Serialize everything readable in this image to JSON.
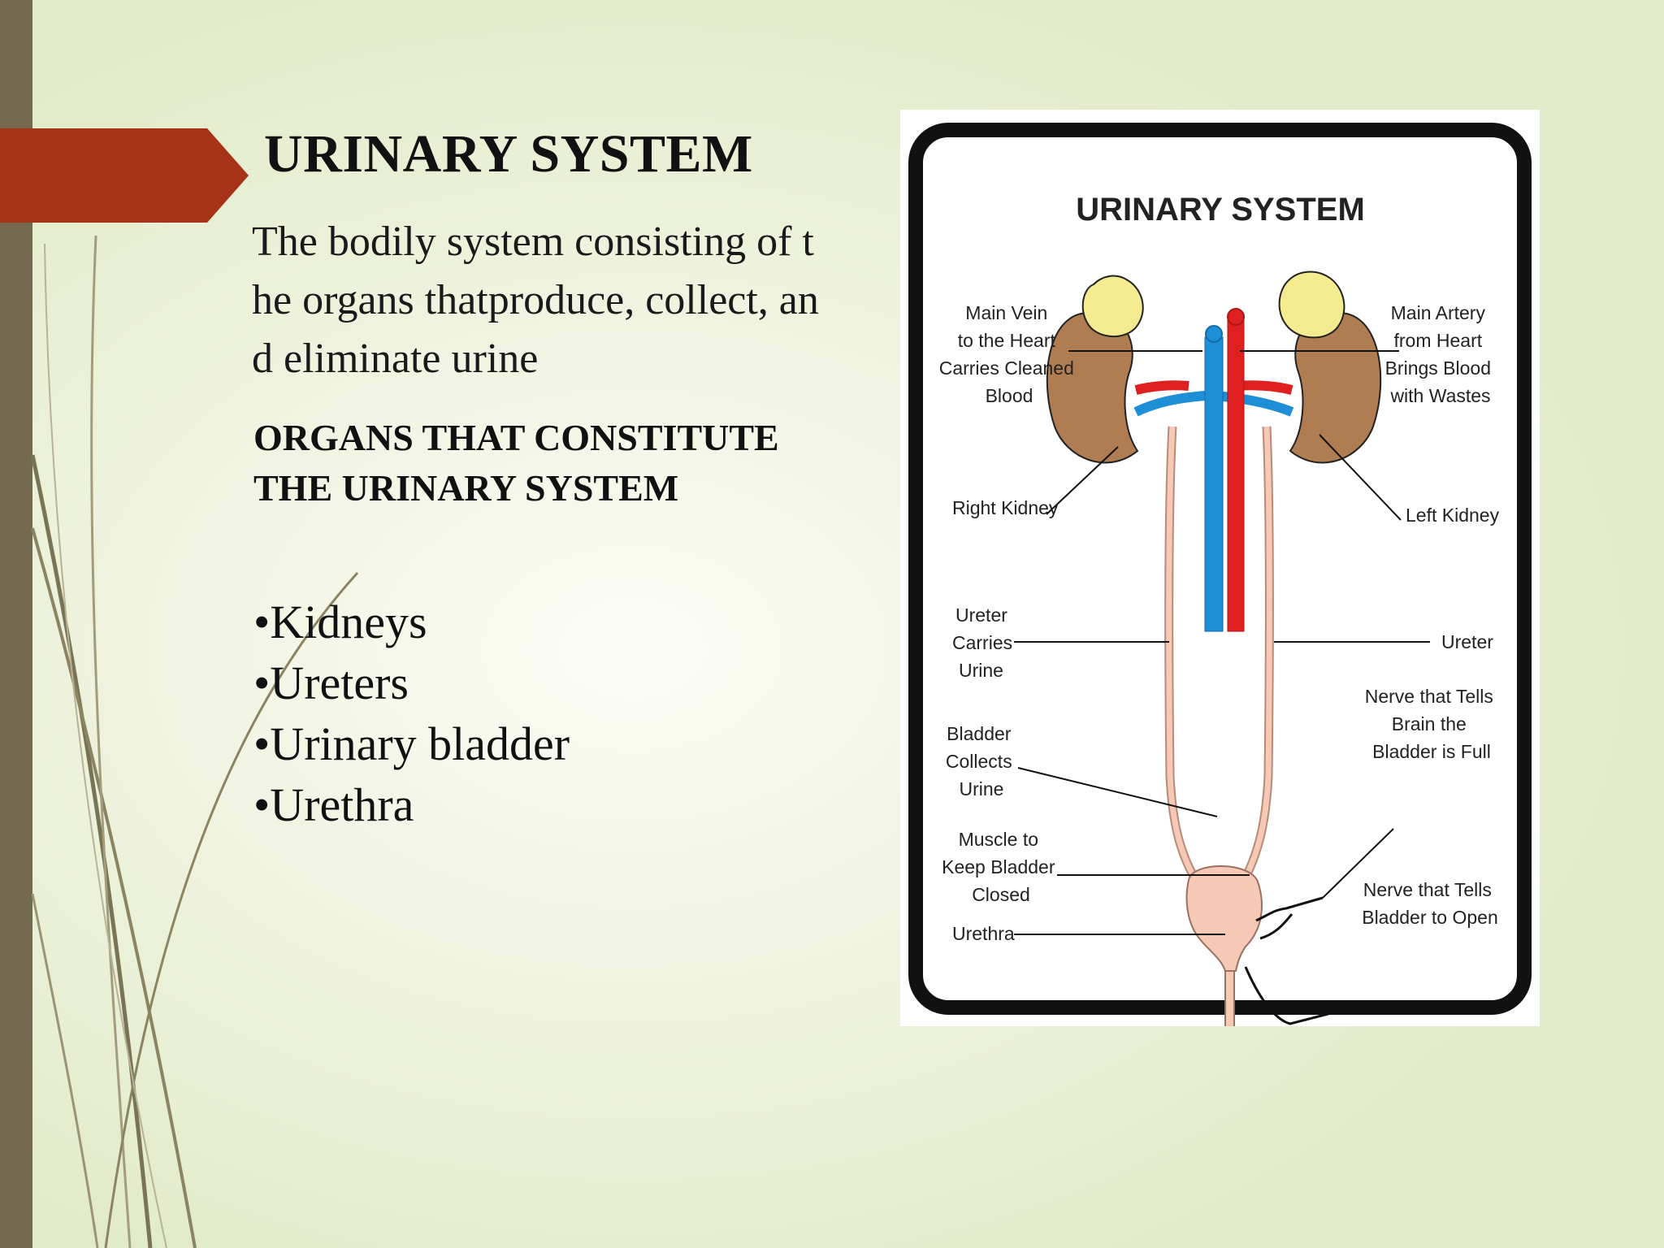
{
  "slide": {
    "title": "URINARY SYSTEM",
    "definition_lines": [
      "The bodily system consisting of t",
      "he organs thatproduce, collect, an",
      "d eliminate urine"
    ],
    "organs_heading_lines": [
      "ORGANS THAT CONSTITUTE",
      "THE URINARY SYSTEM"
    ],
    "organs": [
      "•Kidneys",
      "•Ureters",
      "•Urinary bladder",
      "•Urethra"
    ]
  },
  "diagram": {
    "title": "URINARY SYSTEM",
    "labels": {
      "main_vein": [
        "Main Vein",
        "to the Heart",
        "Carries Cleaned",
        "Blood"
      ],
      "main_artery": [
        "Main Artery",
        "from Heart",
        "Brings Blood",
        "with Wastes"
      ],
      "right_kidney": "Right Kidney",
      "left_kidney": "Left Kidney",
      "ureter_left": [
        "Ureter",
        "Carries",
        "Urine"
      ],
      "ureter_right": "Ureter",
      "nerve_full": [
        "Nerve that Tells",
        "Brain the",
        "Bladder is Full"
      ],
      "bladder": [
        "Bladder",
        "Collects",
        "Urine"
      ],
      "muscle": [
        "Muscle to",
        "Keep Bladder",
        "Closed"
      ],
      "nerve_open": [
        "Nerve that Tells",
        "Bladder to Open"
      ],
      "urethra": "Urethra"
    }
  },
  "colors": {
    "left_bar": "#736a4f",
    "accent_red": "#a63217",
    "vein_blue": "#1e8fd6",
    "artery_red": "#e02020",
    "kidney_brown": "#b07d52",
    "adrenal_yellow": "#f4eb90",
    "bladder_pink": "#f5c9b6"
  }
}
